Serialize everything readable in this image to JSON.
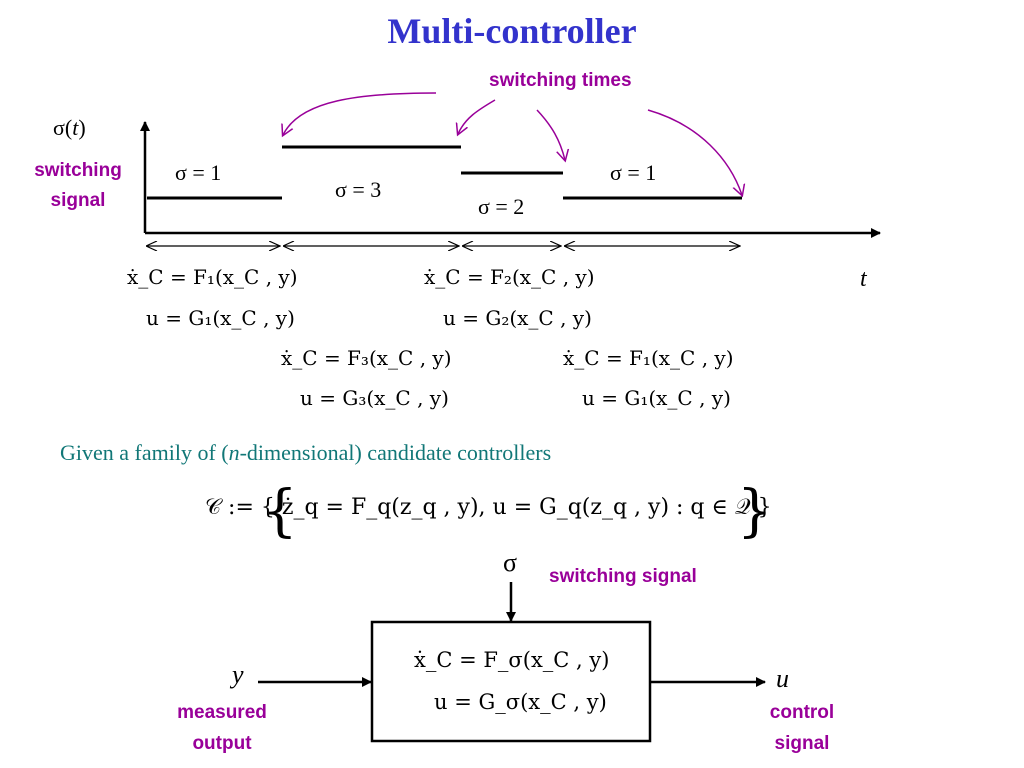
{
  "title": "Multi-controller",
  "switching_times_label": "switching times",
  "sigma_t_label": "σ(t)",
  "switching_signal_label_left": "switching\nsignal",
  "t_axis_label": "t",
  "intervals": [
    {
      "label": "σ = 1"
    },
    {
      "label": "σ = 3"
    },
    {
      "label": "σ = 2"
    },
    {
      "label": "σ = 1"
    }
  ],
  "equations": [
    {
      "xdot": "ẋ_C = F₁(x_C , y)",
      "u": "u = G₁(x_C , y)"
    },
    {
      "xdot": "ẋ_C = F₂(x_C , y)",
      "u": "u = G₂(x_C , y)"
    },
    {
      "xdot": "ẋ_C = F₃(x_C , y)",
      "u": "u = G₃(x_C , y)"
    },
    {
      "xdot": "ẋ_C = F₁(x_C , y)",
      "u": "u = G₁(x_C , y)"
    }
  ],
  "family_text": {
    "before": "Given a family of (",
    "italic": "n",
    "after": "-dimensional) candidate controllers"
  },
  "family_set": "𝒞 := { ż_q = F_q(z_q , y),  u = G_q(z_q , y) : q ∈ 𝒬 }",
  "block": {
    "sigma_input": "σ",
    "sigma_label": "switching signal",
    "xdot": "ẋ_C = F_σ(x_C , y)",
    "u": "u = G_σ(x_C , y)",
    "input_symbol": "y",
    "input_label": "measured\noutput",
    "output_symbol": "u",
    "output_label": "control\nsignal"
  },
  "colors": {
    "title": "#3333cc",
    "annotation": "#990099",
    "body_text": "#117777",
    "lines": "#000000"
  }
}
